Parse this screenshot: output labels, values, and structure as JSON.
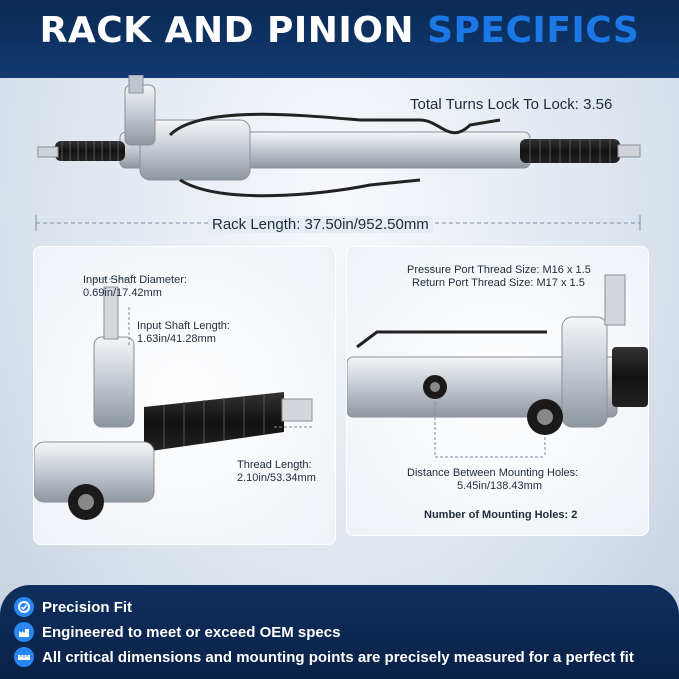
{
  "title": {
    "part1": "RACK AND PINION",
    "part2": "SPECIFICS"
  },
  "top": {
    "turns": "Total Turns Lock To Lock: 3.56",
    "rack_length": "Rack Length: 37.50in/952.50mm"
  },
  "left_panel": {
    "shaft_diameter_label": "Input Shaft Diameter:",
    "shaft_diameter_value": "0.69in/17.42mm",
    "shaft_length_label": "Input Shaft Length:",
    "shaft_length_value": "1.63in/41.28mm",
    "thread_length_label": "Thread Length:",
    "thread_length_value": "2.10in/53.34mm"
  },
  "right_panel": {
    "pressure_port": "Pressure Port Thread Size: M16 x 1.5",
    "return_port": "Return Port Thread Size: M17 x 1.5",
    "distance_label": "Distance Between Mounting Holes:",
    "distance_value": "5.45in/138.43mm",
    "holes": "Number of Mounting Holes: 2"
  },
  "features": [
    {
      "icon": "gear-check-icon",
      "text": "Precision Fit"
    },
    {
      "icon": "factory-icon",
      "text": "Engineered to meet or exceed OEM specs"
    },
    {
      "icon": "ruler-icon",
      "text": "All critical dimensions and mounting points are precisely measured for a perfect fit"
    }
  ],
  "colors": {
    "navy": "#0b2a55",
    "accent": "#1c78e6",
    "icon_bg": "#2a86f0"
  }
}
